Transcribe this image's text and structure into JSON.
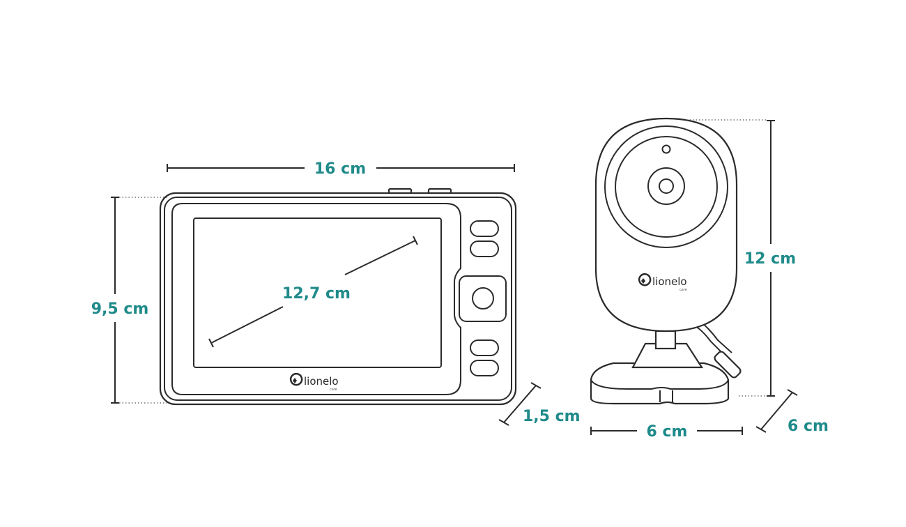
{
  "colors": {
    "dimension_text": "#1f8a8a",
    "line": "#2b2b2b"
  },
  "dimensions": {
    "monitor_width": "16 cm",
    "monitor_height": "9,5 cm",
    "screen_diagonal": "12,7 cm",
    "monitor_depth": "1,5 cm",
    "camera_height": "12 cm",
    "camera_width": "6 cm",
    "camera_depth": "6 cm"
  },
  "brand": {
    "name": "lionelo",
    "sub": "care"
  }
}
